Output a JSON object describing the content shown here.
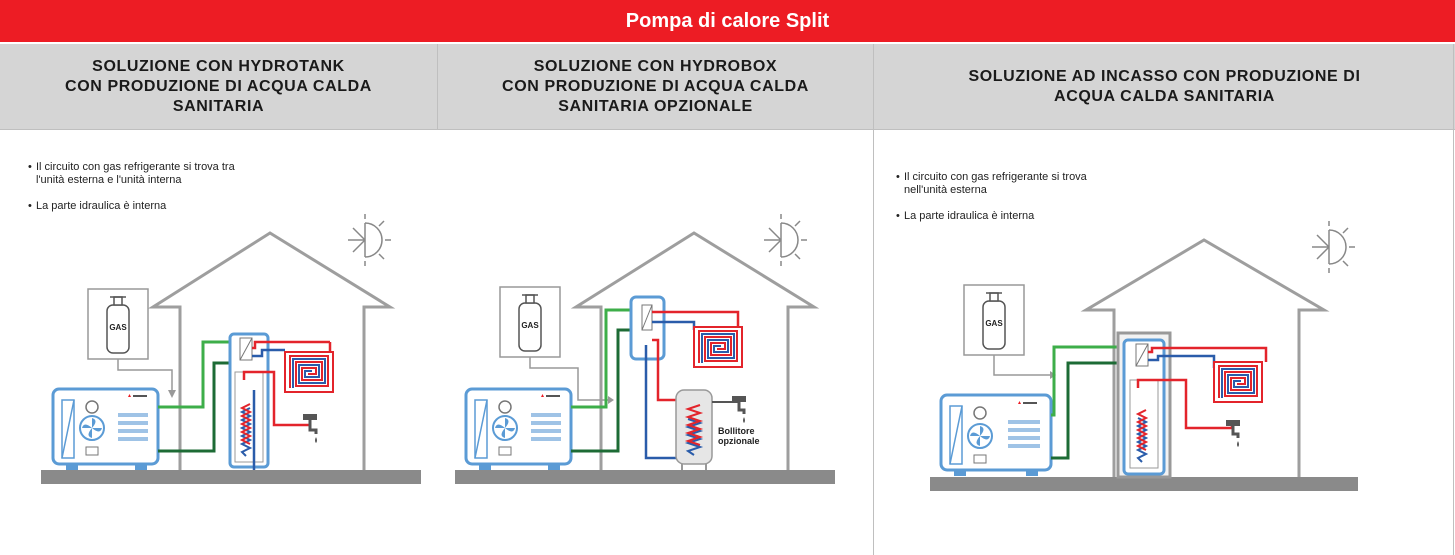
{
  "title": "Pompa di calore Split",
  "panels": [
    {
      "header": [
        "SOLUZIONE CON HYDROTANK",
        "CON PRODUZIONE DI ACQUA CALDA",
        "SANITARIA"
      ],
      "bullets": [
        "Il circuito con gas refrigerante si trova tra l'unità esterna e l'unità interna",
        "La parte idraulica è interna"
      ],
      "gas_label": "GAS"
    },
    {
      "header": [
        "SOLUZIONE CON HYDROBOX",
        "CON PRODUZIONE DI ACQUA CALDA",
        "SANITARIA OPZIONALE"
      ],
      "gas_label": "GAS",
      "boiler_label": [
        "Bollitore",
        "opzionale"
      ]
    },
    {
      "header": [
        "SOLUZIONE AD INCASSO CON PRODUZIONE DI",
        "ACQUA CALDA SANITARIA"
      ],
      "bullets": [
        "Il circuito con gas refrigerante si trova nell'unità esterna",
        "La parte idraulica è interna"
      ],
      "gas_label": "GAS"
    }
  ],
  "colors": {
    "brand_red": "#ed1c24",
    "header_gray": "#d5d5d5",
    "unit_blue": "#5b9bd5",
    "pipe_green": "#3dae49",
    "pipe_dark_green": "#1d6b35",
    "pipe_red": "#e3242b",
    "pipe_blue": "#2a5caa",
    "ground_gray": "#8a8a8a",
    "house_gray": "#9e9e9e"
  },
  "icons": [
    "snowflake-sun-icon",
    "gas-cylinder-icon",
    "fan-icon",
    "faucet-icon",
    "floor-heating-coil-icon",
    "brand-logo-icon"
  ]
}
